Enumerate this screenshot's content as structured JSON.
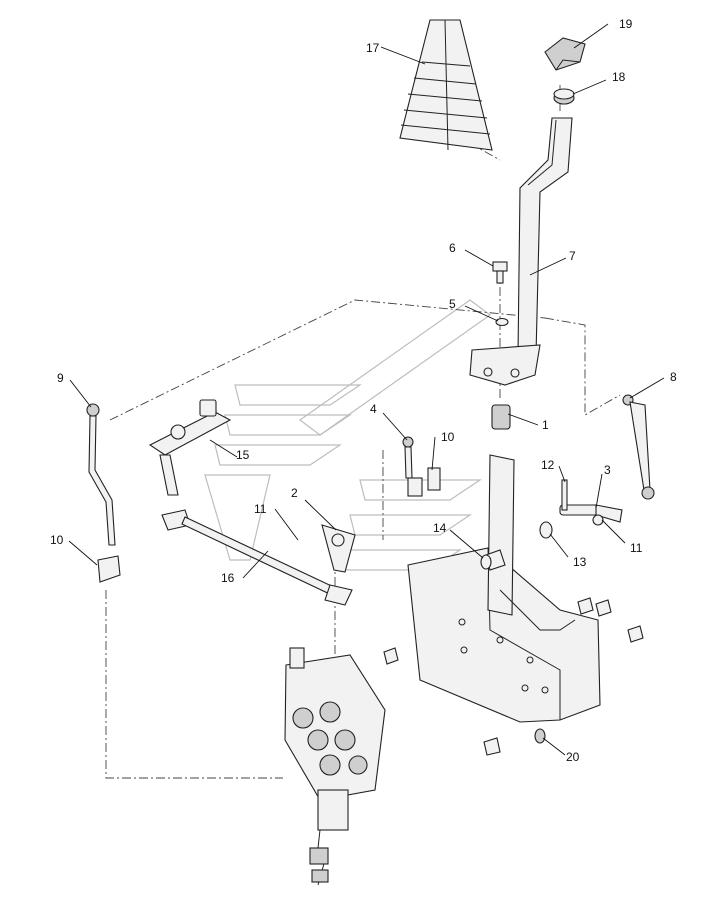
{
  "diagram": {
    "callouts": [
      {
        "id": "c1",
        "label": "1"
      },
      {
        "id": "c2",
        "label": "2"
      },
      {
        "id": "c3",
        "label": "3"
      },
      {
        "id": "c4",
        "label": "4"
      },
      {
        "id": "c5",
        "label": "5"
      },
      {
        "id": "c6",
        "label": "6"
      },
      {
        "id": "c7",
        "label": "7"
      },
      {
        "id": "c8",
        "label": "8"
      },
      {
        "id": "c9",
        "label": "9"
      },
      {
        "id": "c10a",
        "label": "10"
      },
      {
        "id": "c10b",
        "label": "10"
      },
      {
        "id": "c11a",
        "label": "11"
      },
      {
        "id": "c11b",
        "label": "11"
      },
      {
        "id": "c12",
        "label": "12"
      },
      {
        "id": "c13",
        "label": "13"
      },
      {
        "id": "c14",
        "label": "14"
      },
      {
        "id": "c15",
        "label": "15"
      },
      {
        "id": "c16",
        "label": "16"
      },
      {
        "id": "c17",
        "label": "17"
      },
      {
        "id": "c18",
        "label": "18"
      },
      {
        "id": "c19",
        "label": "19"
      },
      {
        "id": "c20",
        "label": "20"
      }
    ]
  }
}
